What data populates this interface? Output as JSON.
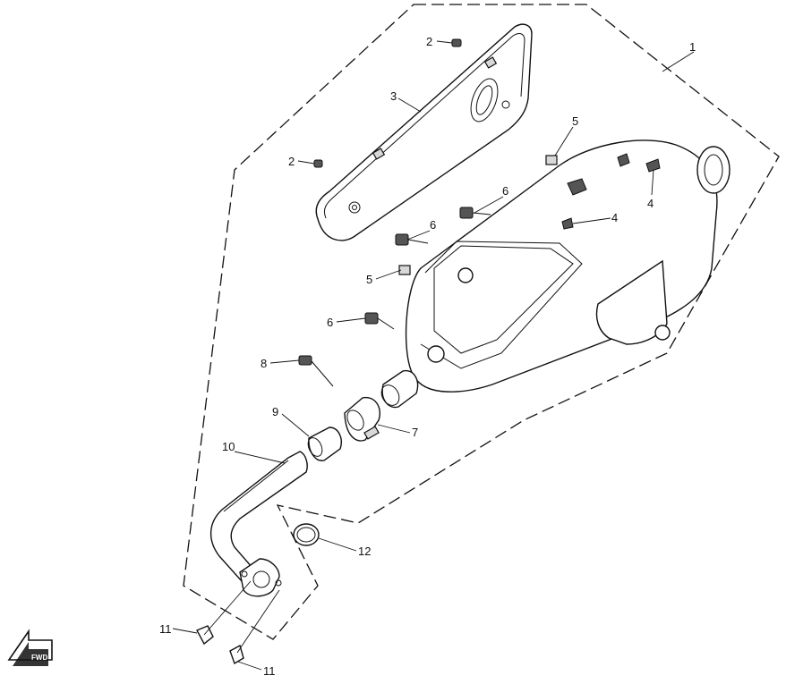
{
  "callouts": {
    "c1": "1",
    "c2a": "2",
    "c2b": "2",
    "c3": "3",
    "c4a": "4",
    "c4b": "4",
    "c5a": "5",
    "c5b": "5",
    "c6a": "6",
    "c6b": "6",
    "c6c": "6",
    "c7": "7",
    "c8": "8",
    "c9": "9",
    "c10": "10",
    "c11a": "11",
    "c11b": "11",
    "c12": "12"
  },
  "fwd_label": "FWD"
}
